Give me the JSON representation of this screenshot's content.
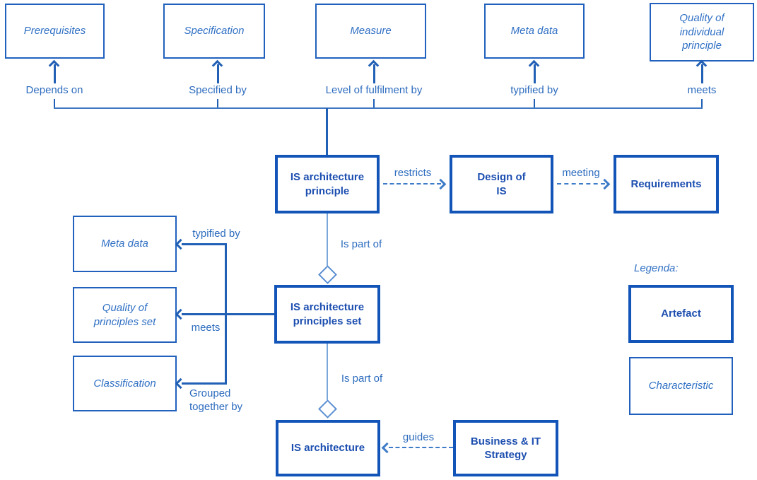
{
  "colors": {
    "thick_border": "#1254b8",
    "thin_border": "#2161bd",
    "artefact_text": "#1d4fb0",
    "characteristic_text": "#3070c4",
    "label_text": "#2d6cbe",
    "solid_line": "#2160b4",
    "top_line": "#4077c2",
    "light_line": "#7aa7d9",
    "diamond_outline": "#5b8fd2",
    "dashed_line": "#3e7cc8",
    "background": "#ffffff"
  },
  "top_row": {
    "boxes": [
      "Prerequisites",
      "Specification",
      "Measure",
      "Meta data",
      "Quality of\nindividual\nprinciple"
    ],
    "relations": [
      "Depends on",
      "Specified by",
      "Level of fulfilment by",
      "typified by",
      "meets"
    ]
  },
  "main_flow": {
    "principle": "IS architecture\nprinciple",
    "restricts": "restricts",
    "design": "Design of\nIS",
    "meeting": "meeting",
    "requirements": "Requirements",
    "is_part_of": "Is part of",
    "principles_set": "IS architecture\nprinciples set",
    "architecture": "IS architecture",
    "guides": "guides",
    "strategy": "Business & IT\nStrategy"
  },
  "left_column": {
    "boxes": [
      "Meta data",
      "Quality of\nprinciples set",
      "Classification"
    ],
    "relations": [
      "typified by",
      "meets",
      "Grouped\ntogether by"
    ]
  },
  "legend": {
    "title": "Legenda:",
    "artefact": "Artefact",
    "characteristic": "Characteristic"
  }
}
